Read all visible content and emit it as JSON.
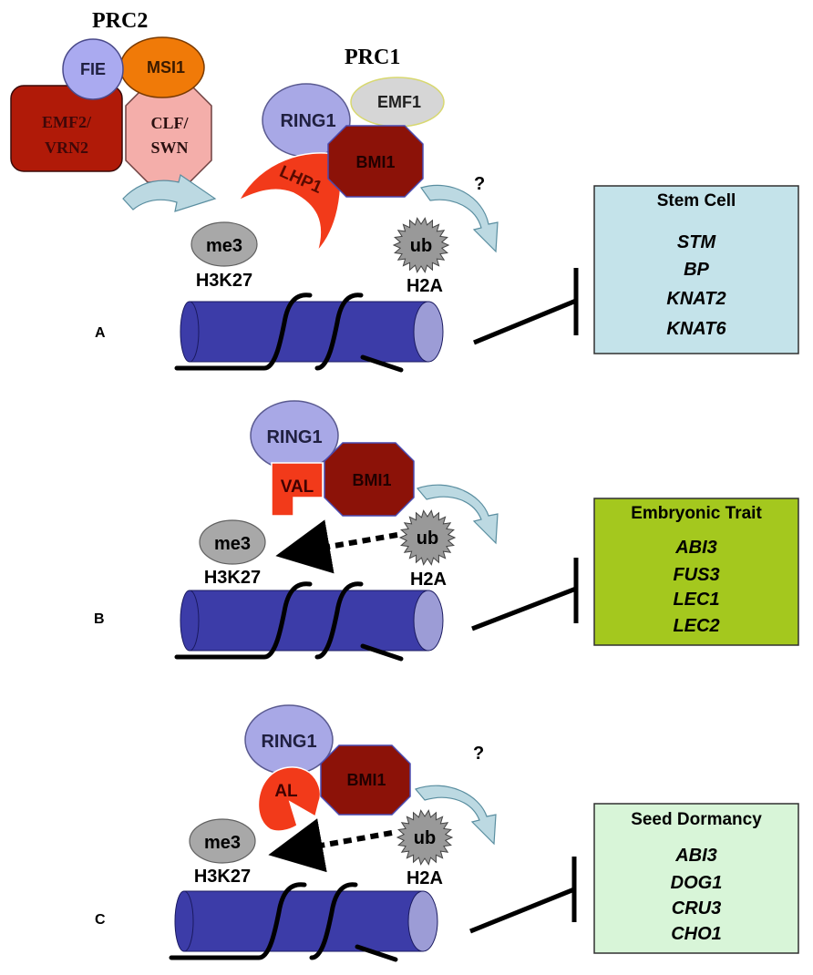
{
  "panel_a": {
    "letter": "A",
    "prc2_title": "PRC2",
    "prc1_title": "PRC1",
    "fie": "FIE",
    "msi1": "MSI1",
    "emf2_line1": "EMF2/",
    "emf2_line2": "VRN2",
    "clf_line1": "CLF/",
    "clf_line2": "SWN",
    "ring1": "RING1",
    "emf1": "EMF1",
    "bmi1": "BMI1",
    "lhp1": "LHP1",
    "question": "?",
    "me3": "me3",
    "h3k27": "H3K27",
    "ub": "ub",
    "h2a": "H2A",
    "box_title": "Stem Cell",
    "genes": [
      "STM",
      "BP",
      "KNAT2",
      "KNAT6"
    ]
  },
  "panel_b": {
    "letter": "B",
    "ring1": "RING1",
    "bmi1": "BMI1",
    "val": "VAL",
    "me3": "me3",
    "h3k27": "H3K27",
    "ub": "ub",
    "h2a": "H2A",
    "box_title": "Embryonic Trait",
    "genes": [
      "ABI3",
      "FUS3",
      "LEC1",
      "LEC2"
    ]
  },
  "panel_c": {
    "letter": "C",
    "ring1": "RING1",
    "bmi1": "BMI1",
    "al": "AL",
    "question": "?",
    "me3": "me3",
    "h3k27": "H3K27",
    "ub": "ub",
    "h2a": "H2A",
    "box_title": "Seed Dormancy",
    "genes": [
      "ABI3",
      "DOG1",
      "CRU3",
      "CHO1"
    ]
  },
  "colors": {
    "nucleosome": "#3c3ca8",
    "nucleosome_end": "#9c9cd6",
    "ring1": "#a8a8e6",
    "bmi1": "#8c1208",
    "lhp1": "#f23a1a",
    "stem_box": "#c4e3ea",
    "embryo_box": "#a4c81e",
    "dormancy_box": "#d8f5d8"
  }
}
